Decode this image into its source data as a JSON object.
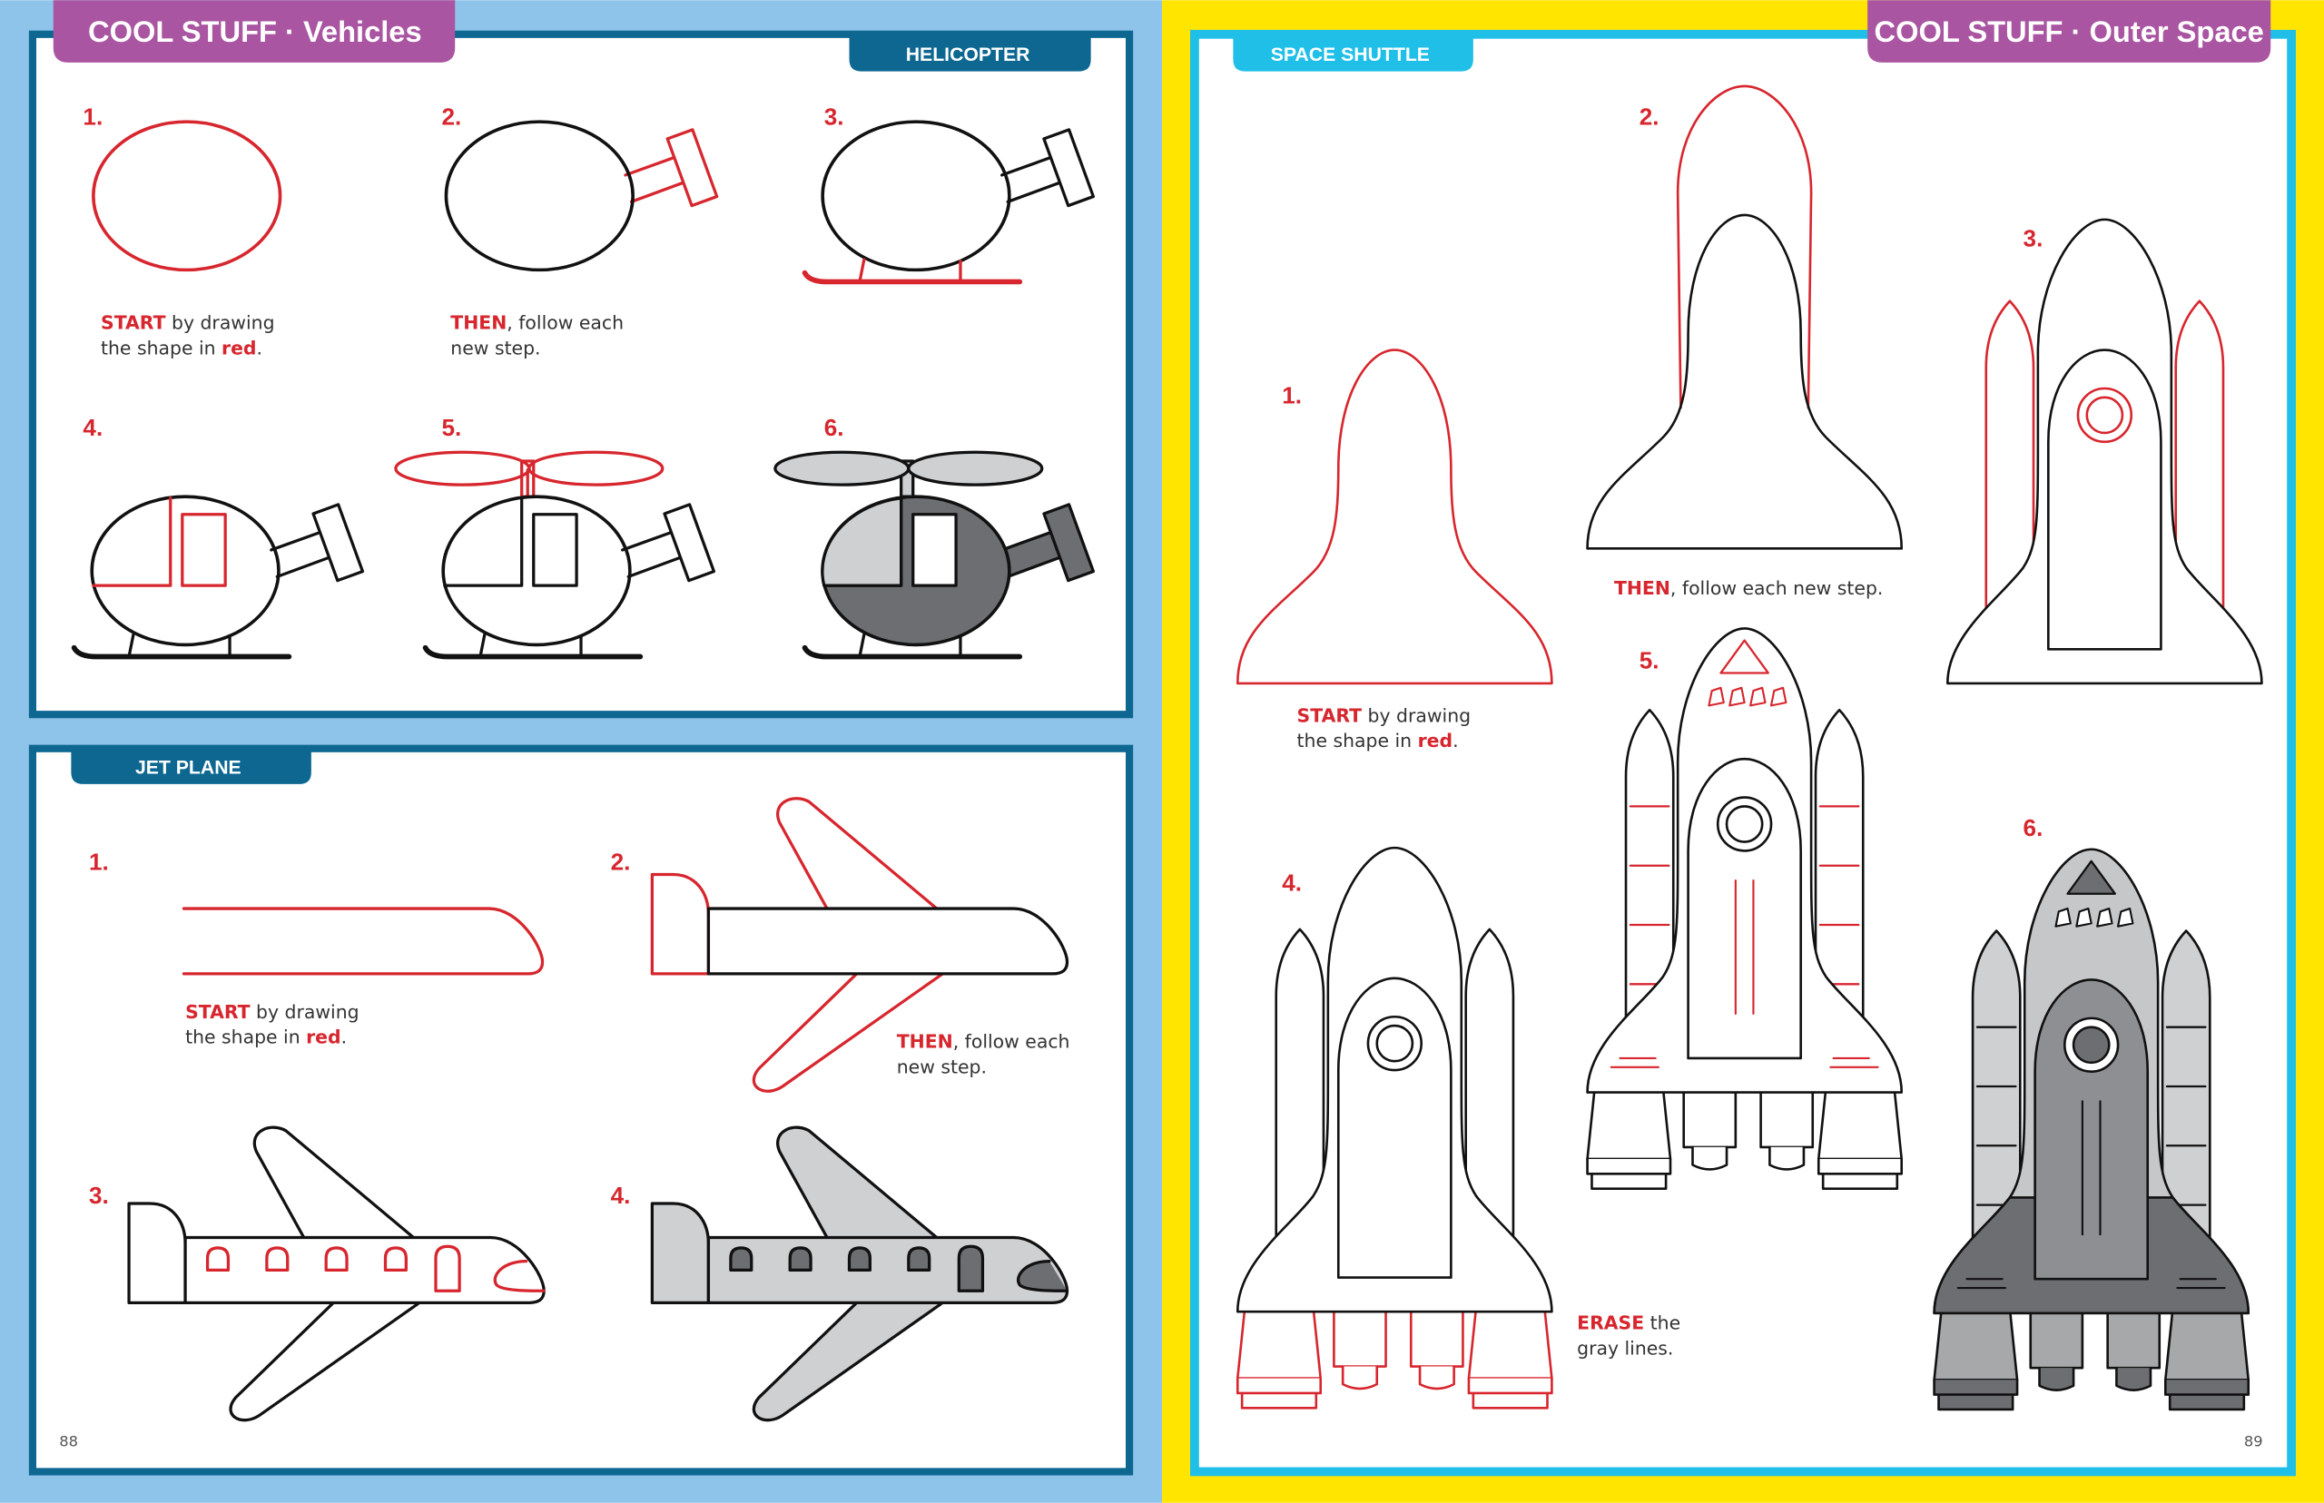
{
  "colors": {
    "left_bg": "#8ec3ea",
    "right_bg": "#ffe500",
    "vehicle_border": "#0d6790",
    "space_border": "#1fbfe8",
    "purple_tab": "#a955a1",
    "draw_red": "#d7262e",
    "gray_light": "#cfd0d2",
    "gray_mid": "#a7a8aa",
    "gray_dark": "#6d6e71"
  },
  "left_page": {
    "header": "COOL STUFF · Vehicles",
    "page_number": "88",
    "helicopter": {
      "tab": "HELICOPTER",
      "steps": [
        "1.",
        "2.",
        "3.",
        "4.",
        "5.",
        "6."
      ],
      "caption_start": {
        "em": "START",
        "rest": " by drawing",
        "line2": "the shape in ",
        "line2_em": "red",
        "line2_end": "."
      },
      "caption_then": {
        "em": "THEN",
        "rest": ", follow each",
        "line2": "new step."
      }
    },
    "jet_plane": {
      "tab": "JET PLANE",
      "steps": [
        "1.",
        "2.",
        "3.",
        "4."
      ],
      "caption_start": {
        "em": "START",
        "rest": " by drawing",
        "line2": "the shape in ",
        "line2_em": "red",
        "line2_end": "."
      },
      "caption_then": {
        "em": "THEN",
        "rest": ", follow each",
        "line2": "new step."
      }
    }
  },
  "right_page": {
    "header": "COOL STUFF · Outer Space",
    "page_number": "89",
    "space_shuttle": {
      "tab": "SPACE SHUTTLE",
      "steps": [
        "1.",
        "2.",
        "3.",
        "4.",
        "5.",
        "6."
      ],
      "caption_start": {
        "em": "START",
        "rest": " by drawing",
        "line2": "the shape in ",
        "line2_em": "red",
        "line2_end": "."
      },
      "caption_then": {
        "em": "THEN",
        "rest": ", follow each new step."
      },
      "caption_erase": {
        "em": "ERASE",
        "rest": " the",
        "line2": "gray lines."
      }
    }
  }
}
